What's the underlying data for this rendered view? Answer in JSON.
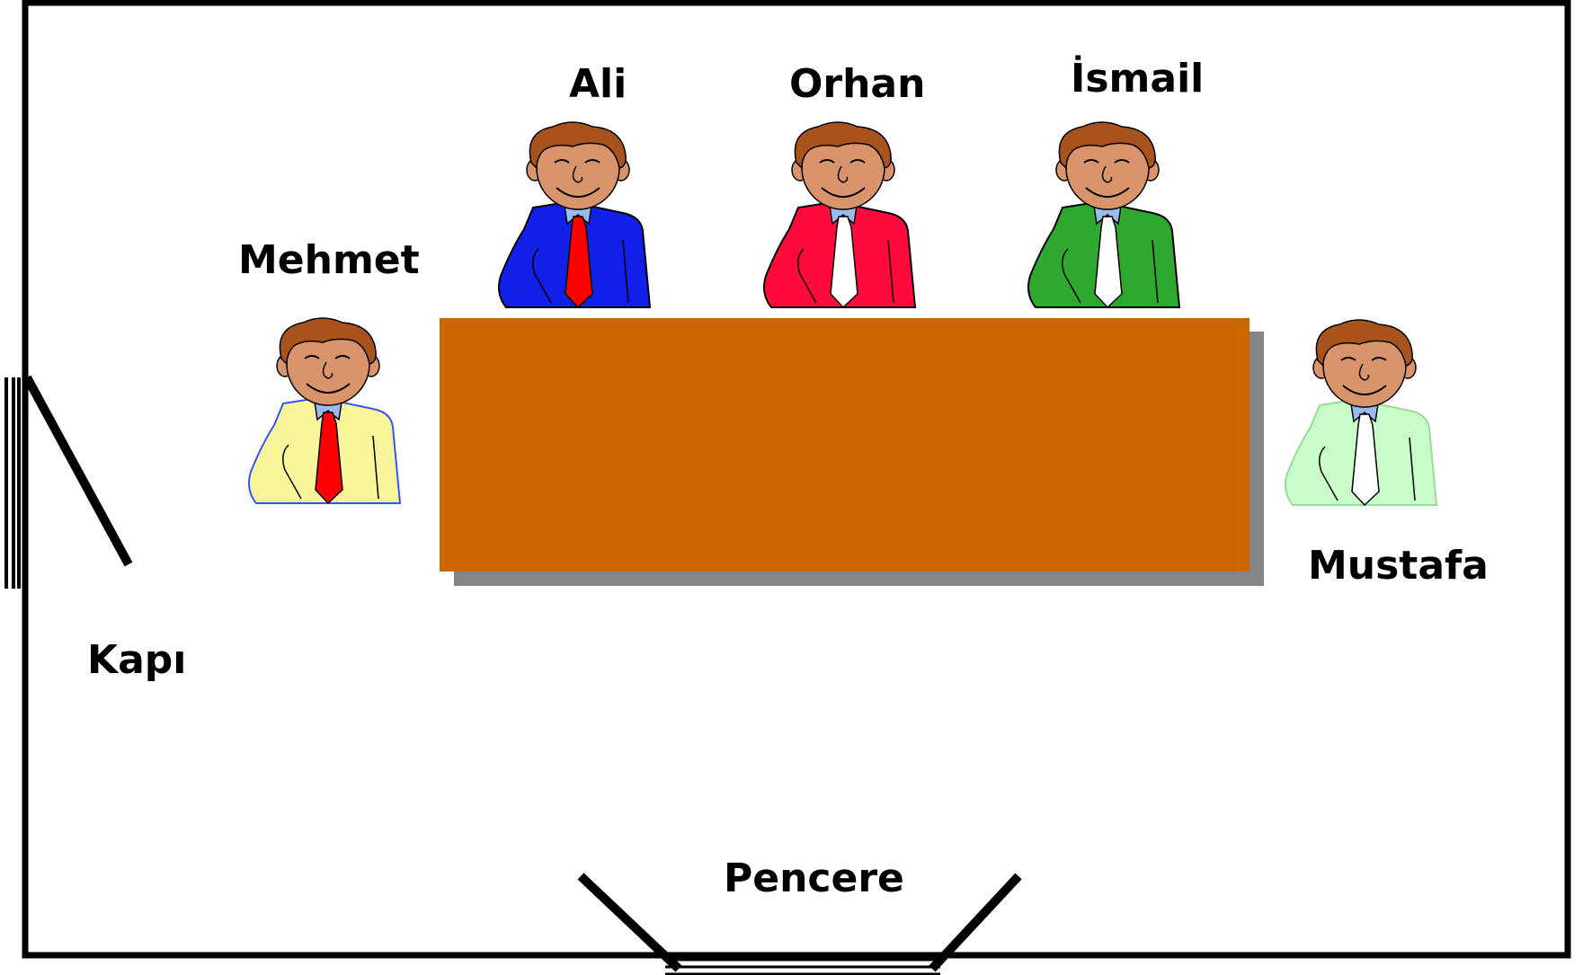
{
  "room": {
    "door_label": "Kapı",
    "window_label": "Pencere"
  },
  "people": [
    {
      "key": "mehmet",
      "name": "Mehmet",
      "jacket": "#f8f59a",
      "tie": "#ff0000",
      "jacket_stroke": "#3355ff"
    },
    {
      "key": "ali",
      "name": "Ali",
      "jacket": "#1020e8",
      "tie": "#ff0000",
      "jacket_stroke": "#000000"
    },
    {
      "key": "orhan",
      "name": "Orhan",
      "jacket": "#ff0a3c",
      "tie": "#ffffff",
      "jacket_stroke": "#000000"
    },
    {
      "key": "ismail",
      "name": "İsmail",
      "jacket": "#2ea82e",
      "tie": "#ffffff",
      "jacket_stroke": "#000000"
    },
    {
      "key": "mustafa",
      "name": "Mustafa",
      "jacket": "#c8fcc8",
      "tie": "#ffffff",
      "jacket_stroke": "#9adb9a"
    }
  ],
  "colors": {
    "table": "#cc6600",
    "table_shadow": "#858585",
    "skin": "#d9946b",
    "hair": "#a8531c",
    "collar": "#99bbee"
  }
}
